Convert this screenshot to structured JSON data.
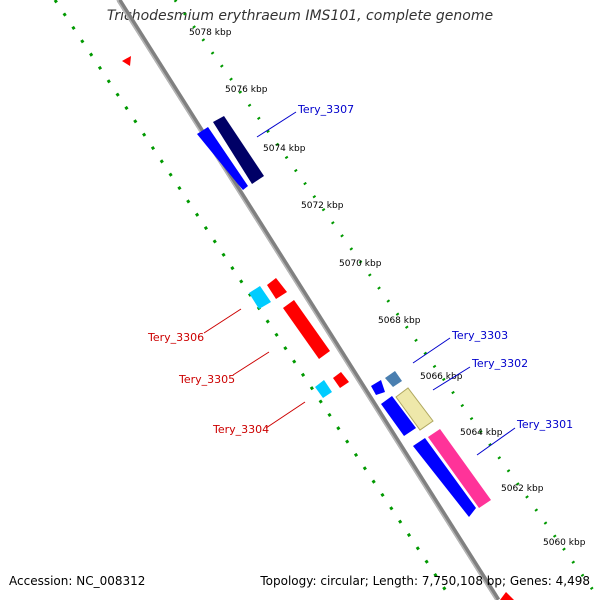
{
  "header": {
    "title": "Trichodesmium erythraeum IMS101, complete genome"
  },
  "footer": {
    "accession": "Accession: NC_008312",
    "topology": "Topology: circular; Length: 7,750,108 bp; Genes: 4,498"
  },
  "colors": {
    "backbone": "#808080",
    "tick_marks": "#009900",
    "forward_label": "#0000cc",
    "reverse_label": "#cc0000",
    "cds_blue": "#0000ff",
    "cds_navy": "#000066",
    "trna_cyan": "#00ccff",
    "steel_blue": "#4a7fb0",
    "red_feature": "#ff0000",
    "khaki_feature": "#eee8aa",
    "pink_feature": "#ff3399"
  },
  "axis_ticks": [
    {
      "label": "5078 kbp"
    },
    {
      "label": "5076 kbp"
    },
    {
      "label": "5074 kbp"
    },
    {
      "label": "5072 kbp"
    },
    {
      "label": "5070 kbp"
    },
    {
      "label": "5068 kbp"
    },
    {
      "label": "5066 kbp"
    },
    {
      "label": "5064 kbp"
    },
    {
      "label": "5062 kbp"
    },
    {
      "label": "5060 kbp"
    }
  ],
  "gene_labels": [
    {
      "name": "Tery_3307",
      "strand": "forward"
    },
    {
      "name": "Tery_3303",
      "strand": "forward"
    },
    {
      "name": "Tery_3302",
      "strand": "forward"
    },
    {
      "name": "Tery_3301",
      "strand": "forward"
    },
    {
      "name": "Tery_3306",
      "strand": "reverse"
    },
    {
      "name": "Tery_3305",
      "strand": "reverse"
    },
    {
      "name": "Tery_3304",
      "strand": "reverse"
    }
  ]
}
